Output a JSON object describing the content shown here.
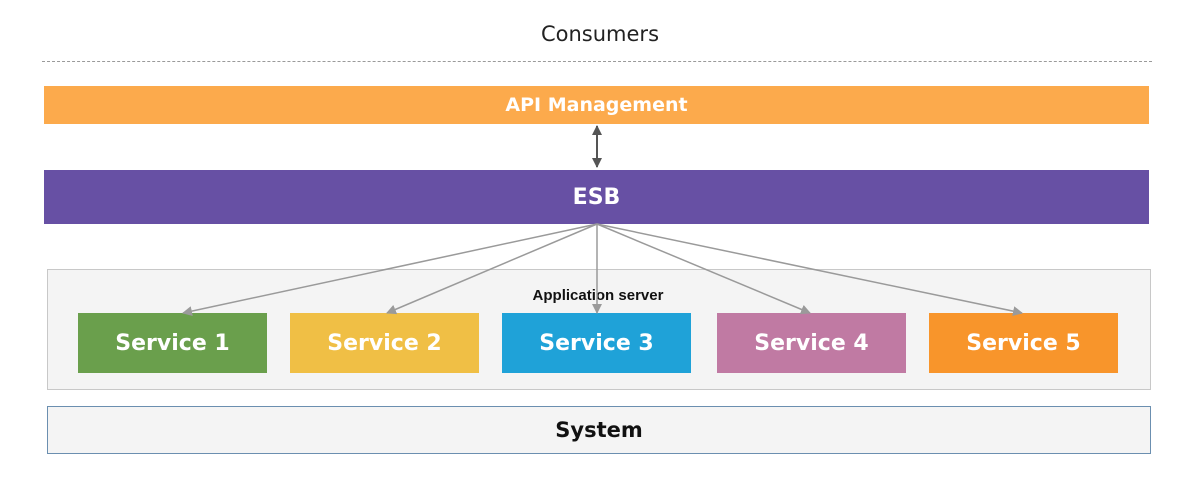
{
  "consumers": {
    "label": "Consumers"
  },
  "api_management": {
    "label": "API Management",
    "color": "#fcaa4c"
  },
  "esb": {
    "label": "ESB",
    "color": "#6750a4"
  },
  "application_server": {
    "label": "Application server"
  },
  "services": [
    {
      "label": "Service 1",
      "color": "#6a9f4c"
    },
    {
      "label": "Service 2",
      "color": "#f0bf45"
    },
    {
      "label": "Service 3",
      "color": "#1fa2d8"
    },
    {
      "label": "Service 4",
      "color": "#c07aa3"
    },
    {
      "label": "Service 5",
      "color": "#f8952b"
    }
  ],
  "system": {
    "label": "System"
  }
}
